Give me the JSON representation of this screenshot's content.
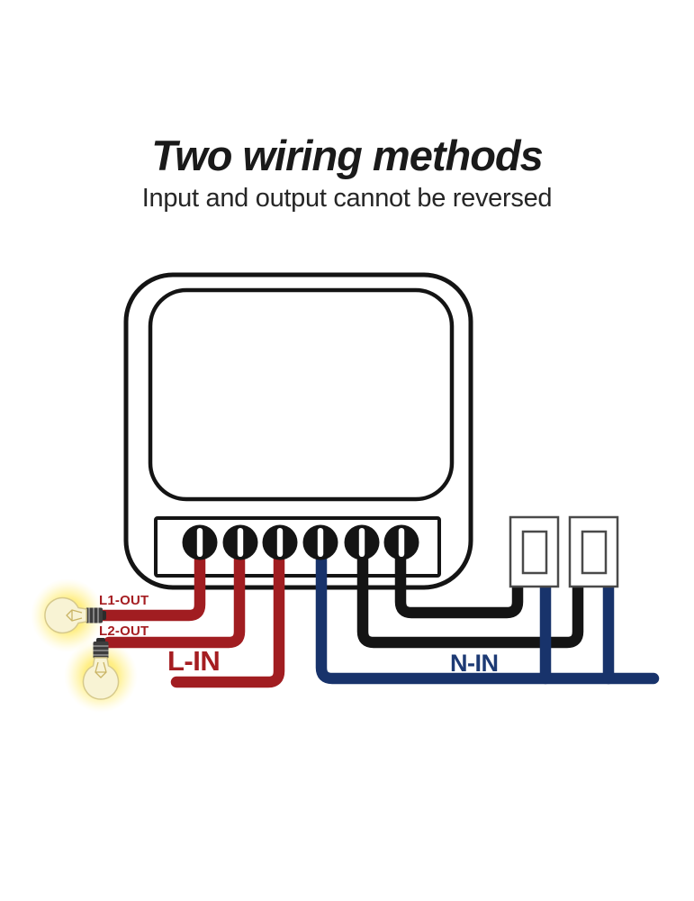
{
  "header": {
    "title": "Two wiring methods",
    "subtitle": "Input and output cannot be reversed"
  },
  "wire_labels": {
    "l1_out": "L1-OUT",
    "l2_out": "L2-OUT",
    "l_in": "L-IN",
    "n_in": "N-IN"
  },
  "colors": {
    "live_red": "#a11d21",
    "neutral_blue": "#18336b",
    "wire_black": "#141414",
    "label_red": "#a51d21",
    "label_blue": "#1d3a74",
    "title_black": "#1a1a1a",
    "bulb_glow": "#ffe95e",
    "bulb_glass": "#f8f3d4"
  },
  "diagram": {
    "terminal_count": 6,
    "switch_count": 2,
    "bulb_count": 2
  }
}
